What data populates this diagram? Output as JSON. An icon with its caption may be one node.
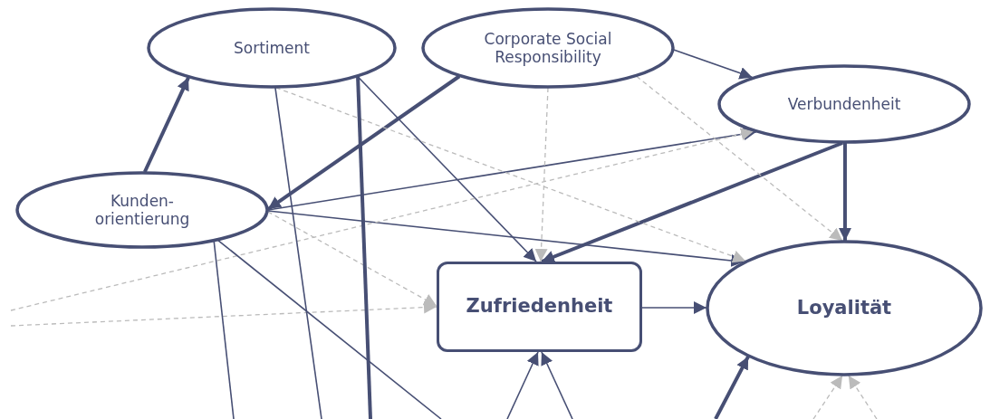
{
  "diagram": {
    "nodes": [
      {
        "text": [
          "Sortiment"
        ]
      },
      {
        "text": [
          "Corporate Social Responsibility"
        ]
      },
      {
        "text": [
          "Verbundenheit"
        ]
      },
      {
        "text": [
          "Kunden- orientierung"
        ]
      },
      {
        "text": [
          "Zufriedenheit"
        ]
      },
      {
        "text": [
          "Loyalität"
        ]
      }
    ],
    "edges": [
      {
        "from": 3,
        "to": 0,
        "arrow": "to",
        "style": "thick"
      },
      {
        "from": 1,
        "to": 3,
        "arrow": "to",
        "style": "thick"
      },
      {
        "from": 1,
        "to": 2,
        "arrow": "to"
      },
      {
        "from": 2,
        "to": 4,
        "arrow": "to",
        "style": "thick"
      },
      {
        "from": 2,
        "to": 5,
        "arrow": "to",
        "style": "thick"
      },
      {
        "from": 3,
        "to": 2,
        "arrow": "to"
      },
      {
        "from": 3,
        "to": 5,
        "arrow": "to"
      },
      {
        "from": 0,
        "to": 4,
        "arrow": "to"
      },
      {
        "from": 0,
        "to": 5,
        "arrow": "to",
        "style": "dashed",
        "color": "#bbbbbb"
      },
      {
        "from": 1,
        "to": 4,
        "arrow": "to",
        "style": "dashed",
        "color": "#bbbbbb"
      },
      {
        "from": 1,
        "to": 5,
        "arrow": "to",
        "style": "dashed",
        "color": "#bbbbbb"
      },
      {
        "from": null,
        "to": 2,
        "arrow": "to",
        "style": "dashed",
        "color": "#bbbbbb"
      },
      {
        "from": null,
        "to": 4,
        "arrow": "to",
        "style": "dashed",
        "color": "#bbbbbb"
      },
      {
        "from": 3,
        "to": 4,
        "arrow": "to",
        "style": "dashed",
        "color": "#bbbbbb"
      },
      {
        "from": 3,
        "to": null,
        "arrow": "none"
      },
      {
        "from": 3,
        "to": null,
        "arrow": "none"
      },
      {
        "from": 0,
        "to": null,
        "arrow": "none"
      },
      {
        "from": 0,
        "to": null,
        "arrow": "none",
        "style": "thick"
      },
      {
        "from": null,
        "to": 4,
        "arrow": "to"
      },
      {
        "from": null,
        "to": 4,
        "arrow": "to"
      },
      {
        "from": null,
        "to": 5,
        "arrow": "to",
        "style": "thick"
      },
      {
        "from": null,
        "to": 5,
        "arrow": "to",
        "style": "dashed",
        "color": "#bbbbbb"
      },
      {
        "from": null,
        "to": 5,
        "arrow": "to",
        "style": "dashed",
        "color": "#bbbbbb"
      },
      {
        "from": 4,
        "to": 5,
        "arrow": "to"
      }
    ]
  }
}
